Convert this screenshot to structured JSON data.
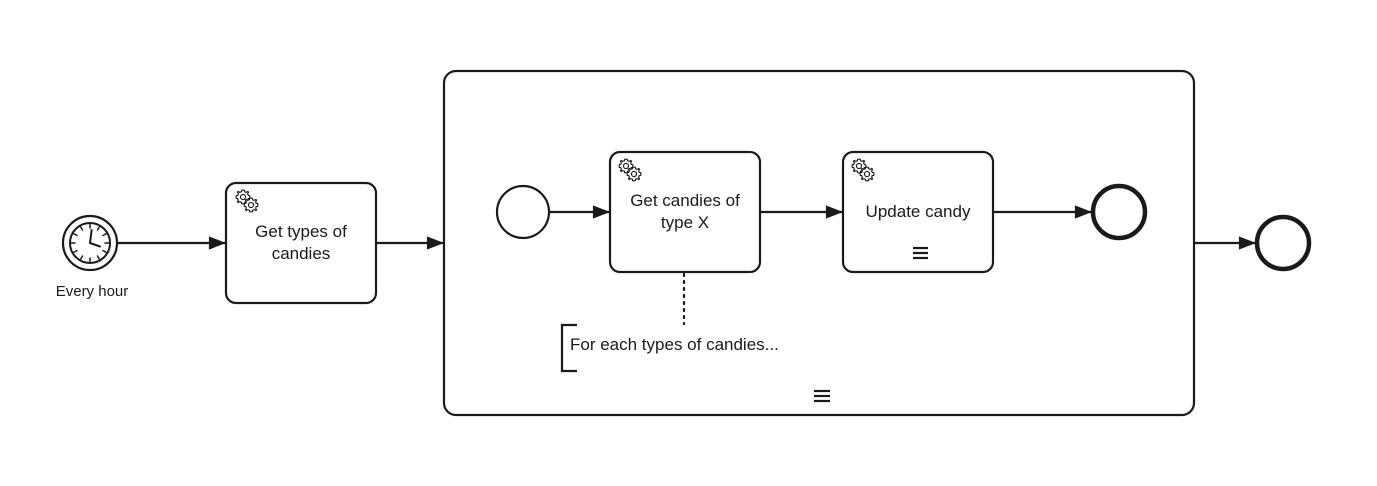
{
  "diagram": {
    "timer_event": {
      "label": "Every hour"
    },
    "task_get_types": {
      "lines": [
        "Get types of",
        "candies"
      ]
    },
    "subprocess": {
      "inner_task_get_candies": {
        "lines": [
          "Get candies of",
          "type X"
        ]
      },
      "inner_task_update": {
        "lines": [
          "Update candy"
        ]
      },
      "annotation": {
        "text": "For each types of candies..."
      }
    }
  }
}
